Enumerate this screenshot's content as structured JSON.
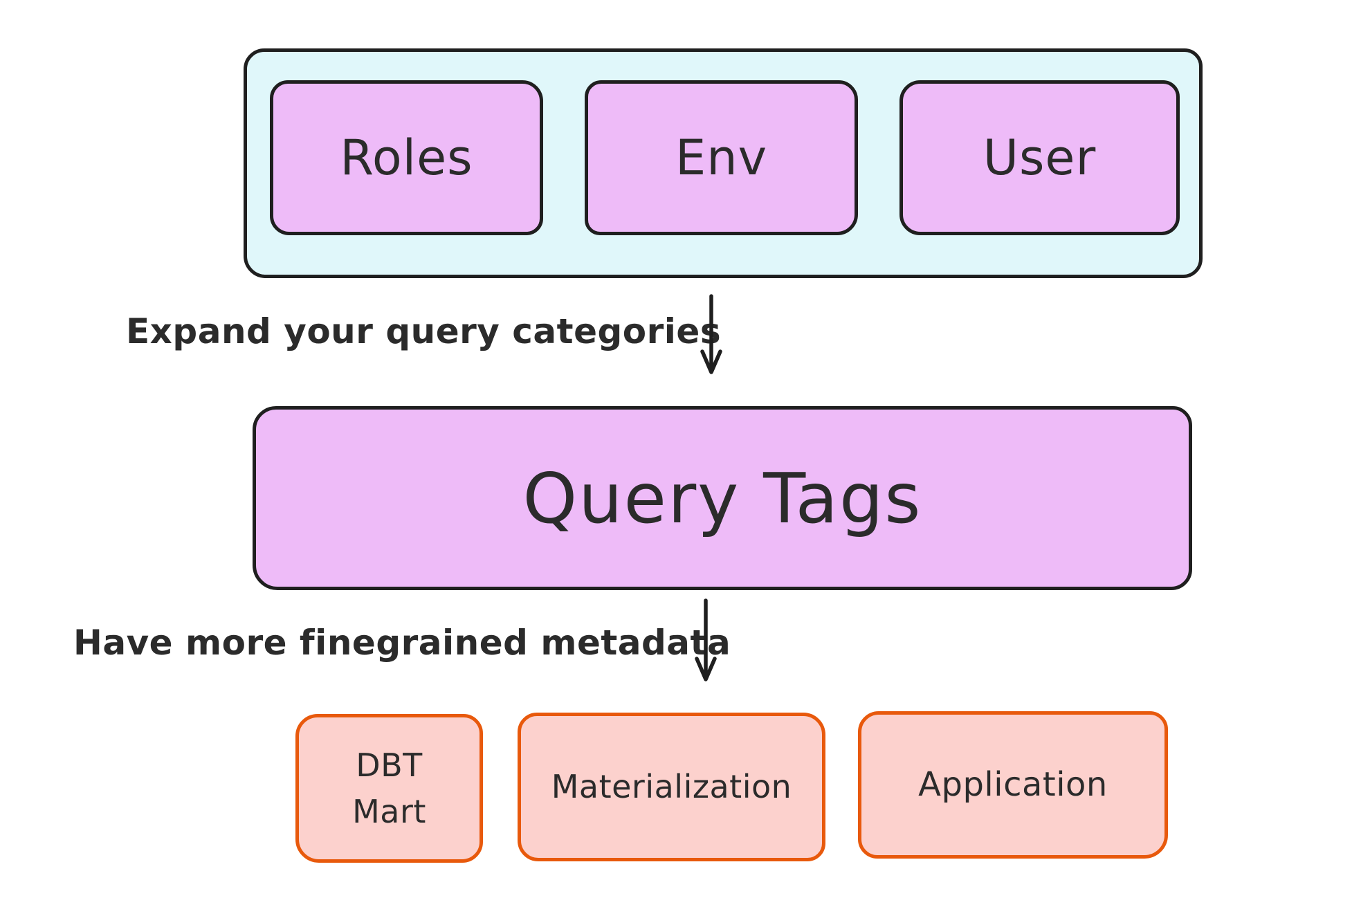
{
  "diagram": {
    "top_group": {
      "name": "query-categories-group",
      "items": [
        {
          "label": "Roles"
        },
        {
          "label": "Env"
        },
        {
          "label": "User"
        }
      ]
    },
    "edges": [
      {
        "label": "Expand your query categories",
        "direction": "down"
      },
      {
        "label": "Have more finegrained metadata",
        "direction": "down"
      }
    ],
    "center_node": {
      "label": "Query Tags"
    },
    "bottom_group": {
      "items": [
        {
          "label": "DBT Mart"
        },
        {
          "label": "Materialization"
        },
        {
          "label": "Application"
        }
      ]
    }
  },
  "colors": {
    "container_fill": "#e0f7fa",
    "node_fill": "#eebbf8",
    "leaf_fill": "#fcd1cd",
    "leaf_border": "#e8590c",
    "stroke": "#1f1f1f",
    "text": "#2b2b2b"
  }
}
